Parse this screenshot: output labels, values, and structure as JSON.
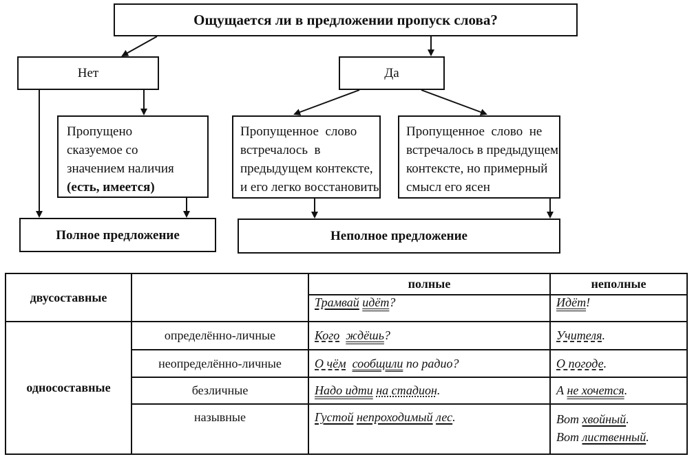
{
  "flowchart": {
    "question": "Ощущается ли в предложении пропуск слова?",
    "no_label": "Нет",
    "yes_label": "Да",
    "no_branch_text_lines": [
      "Пропущено",
      "сказуемое со",
      "значением наличия"
    ],
    "no_branch_bold_line": "(есть, имеется)",
    "yes_left_text_lines": [
      "Пропущенное  слово",
      "встречалось  в",
      "предыдущем контексте,",
      "и его легко восстановить"
    ],
    "yes_right_text_lines": [
      "Пропущенное  слово  не",
      "встречалось в предыдущем",
      "контексте, но примерный",
      "смысл его ясен"
    ],
    "full_sentence": "Полное предложение",
    "incomplete_sentence": "Неполное предложение"
  },
  "table": {
    "headers": {
      "full": "полные",
      "incomplete": "неполные"
    },
    "groups": {
      "two_part": "двусоставные",
      "one_part": "односоставные"
    },
    "rows": [
      {
        "type": "",
        "full": [
          {
            "t": "Трамвай",
            "u": "u1"
          },
          {
            "t": " "
          },
          {
            "t": "идёт",
            "u": "u2"
          },
          {
            "t": "?"
          }
        ],
        "incomplete": [
          {
            "t": "Идёт",
            "u": "u2"
          },
          {
            "t": "!"
          }
        ]
      },
      {
        "type": "определённо-личные",
        "full": [
          {
            "t": "Кого",
            "u": "ud"
          },
          {
            "t": "  "
          },
          {
            "t": "ждёшь",
            "u": "u2"
          },
          {
            "t": "?"
          }
        ],
        "incomplete": [
          {
            "t": "Учителя",
            "u": "ud"
          },
          {
            "t": "."
          }
        ]
      },
      {
        "type": "неопределённо-личные",
        "full": [
          {
            "t": "О чём",
            "u": "ud"
          },
          {
            "t": "  "
          },
          {
            "t": "сообщили",
            "u": "u2"
          },
          {
            "t": " по радио?"
          }
        ],
        "incomplete": [
          {
            "t": "О погоде",
            "u": "ud"
          },
          {
            "t": "."
          }
        ]
      },
      {
        "type": "безличные",
        "full": [
          {
            "t": "Надо идти",
            "u": "u2"
          },
          {
            "t": " "
          },
          {
            "t": "на стадион",
            "u": "udd"
          },
          {
            "t": "."
          }
        ],
        "incomplete": [
          {
            "t": "А "
          },
          {
            "t": "не хочется",
            "u": "u2"
          },
          {
            "t": "."
          }
        ]
      },
      {
        "type": "назывные",
        "full": [
          {
            "t": "Густой",
            "u": "u1"
          },
          {
            "t": " "
          },
          {
            "t": "непроходимый",
            "u": "u1"
          },
          {
            "t": " "
          },
          {
            "t": "лес",
            "u": "u1"
          },
          {
            "t": "."
          }
        ],
        "incomplete_lines": [
          [
            {
              "t": "Вот "
            },
            {
              "t": "хвойный",
              "u": "u1"
            },
            {
              "t": "."
            }
          ],
          [
            {
              "t": "Вот "
            },
            {
              "t": "лиственный",
              "u": "u1"
            },
            {
              "t": "."
            }
          ]
        ]
      }
    ]
  }
}
